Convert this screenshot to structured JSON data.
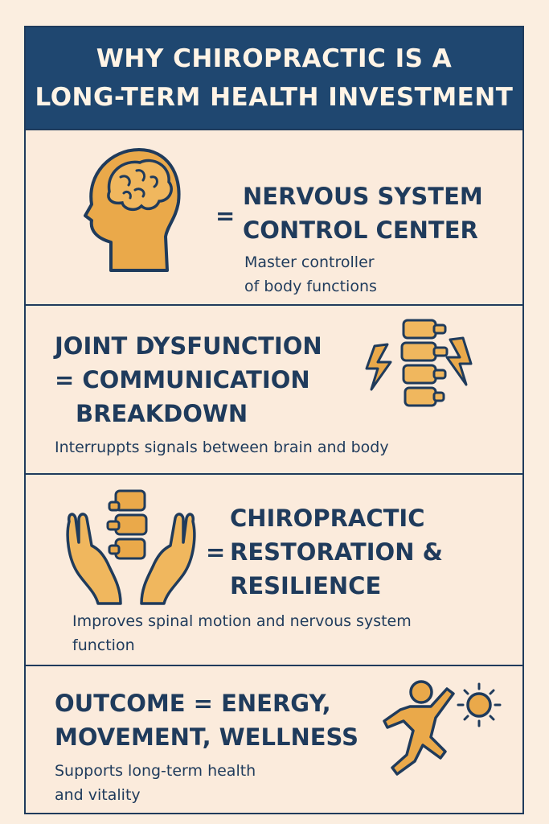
{
  "title": {
    "line1": "WHY CHIROPRACTIC IS A",
    "line2": "LONG-TERM HEALTH INVESTMENT"
  },
  "sections": [
    {
      "icon": "head-brain-icon",
      "equals": "=",
      "heading_line1": "NERVOUS SYSTEM",
      "heading_line2": "CONTROL CENTER",
      "desc_line1": "Master controller",
      "desc_line2": "of body functions"
    },
    {
      "icon": "spine-lightning-icon",
      "heading_line1": "JOINT DYSFUNCTION",
      "heading_line2": "= COMMUNICATION",
      "heading_line3": "BREAKDOWN",
      "desc_line1": "Interruppts signals between brain and body"
    },
    {
      "icon": "hands-spine-icon",
      "equals": "=",
      "heading_line1": "CHIROPRACTIC",
      "heading_line2": "RESTORATION &",
      "heading_line3": "RESILIENCE",
      "desc_line1": "Improves spinal motion and nervous system",
      "desc_line2": "function"
    },
    {
      "icon": "running-person-sun-icon",
      "heading_line1": "OUTCOME = ENERGY,",
      "heading_line2": "MOVEMENT, WELLNESS",
      "desc_line1": "Supports long-term health",
      "desc_line2": "and vitality"
    }
  ],
  "colors": {
    "navy": "#1f4770",
    "text": "#1f3b5c",
    "background": "#fbebdc",
    "accent_orange": "#e9a84c"
  }
}
